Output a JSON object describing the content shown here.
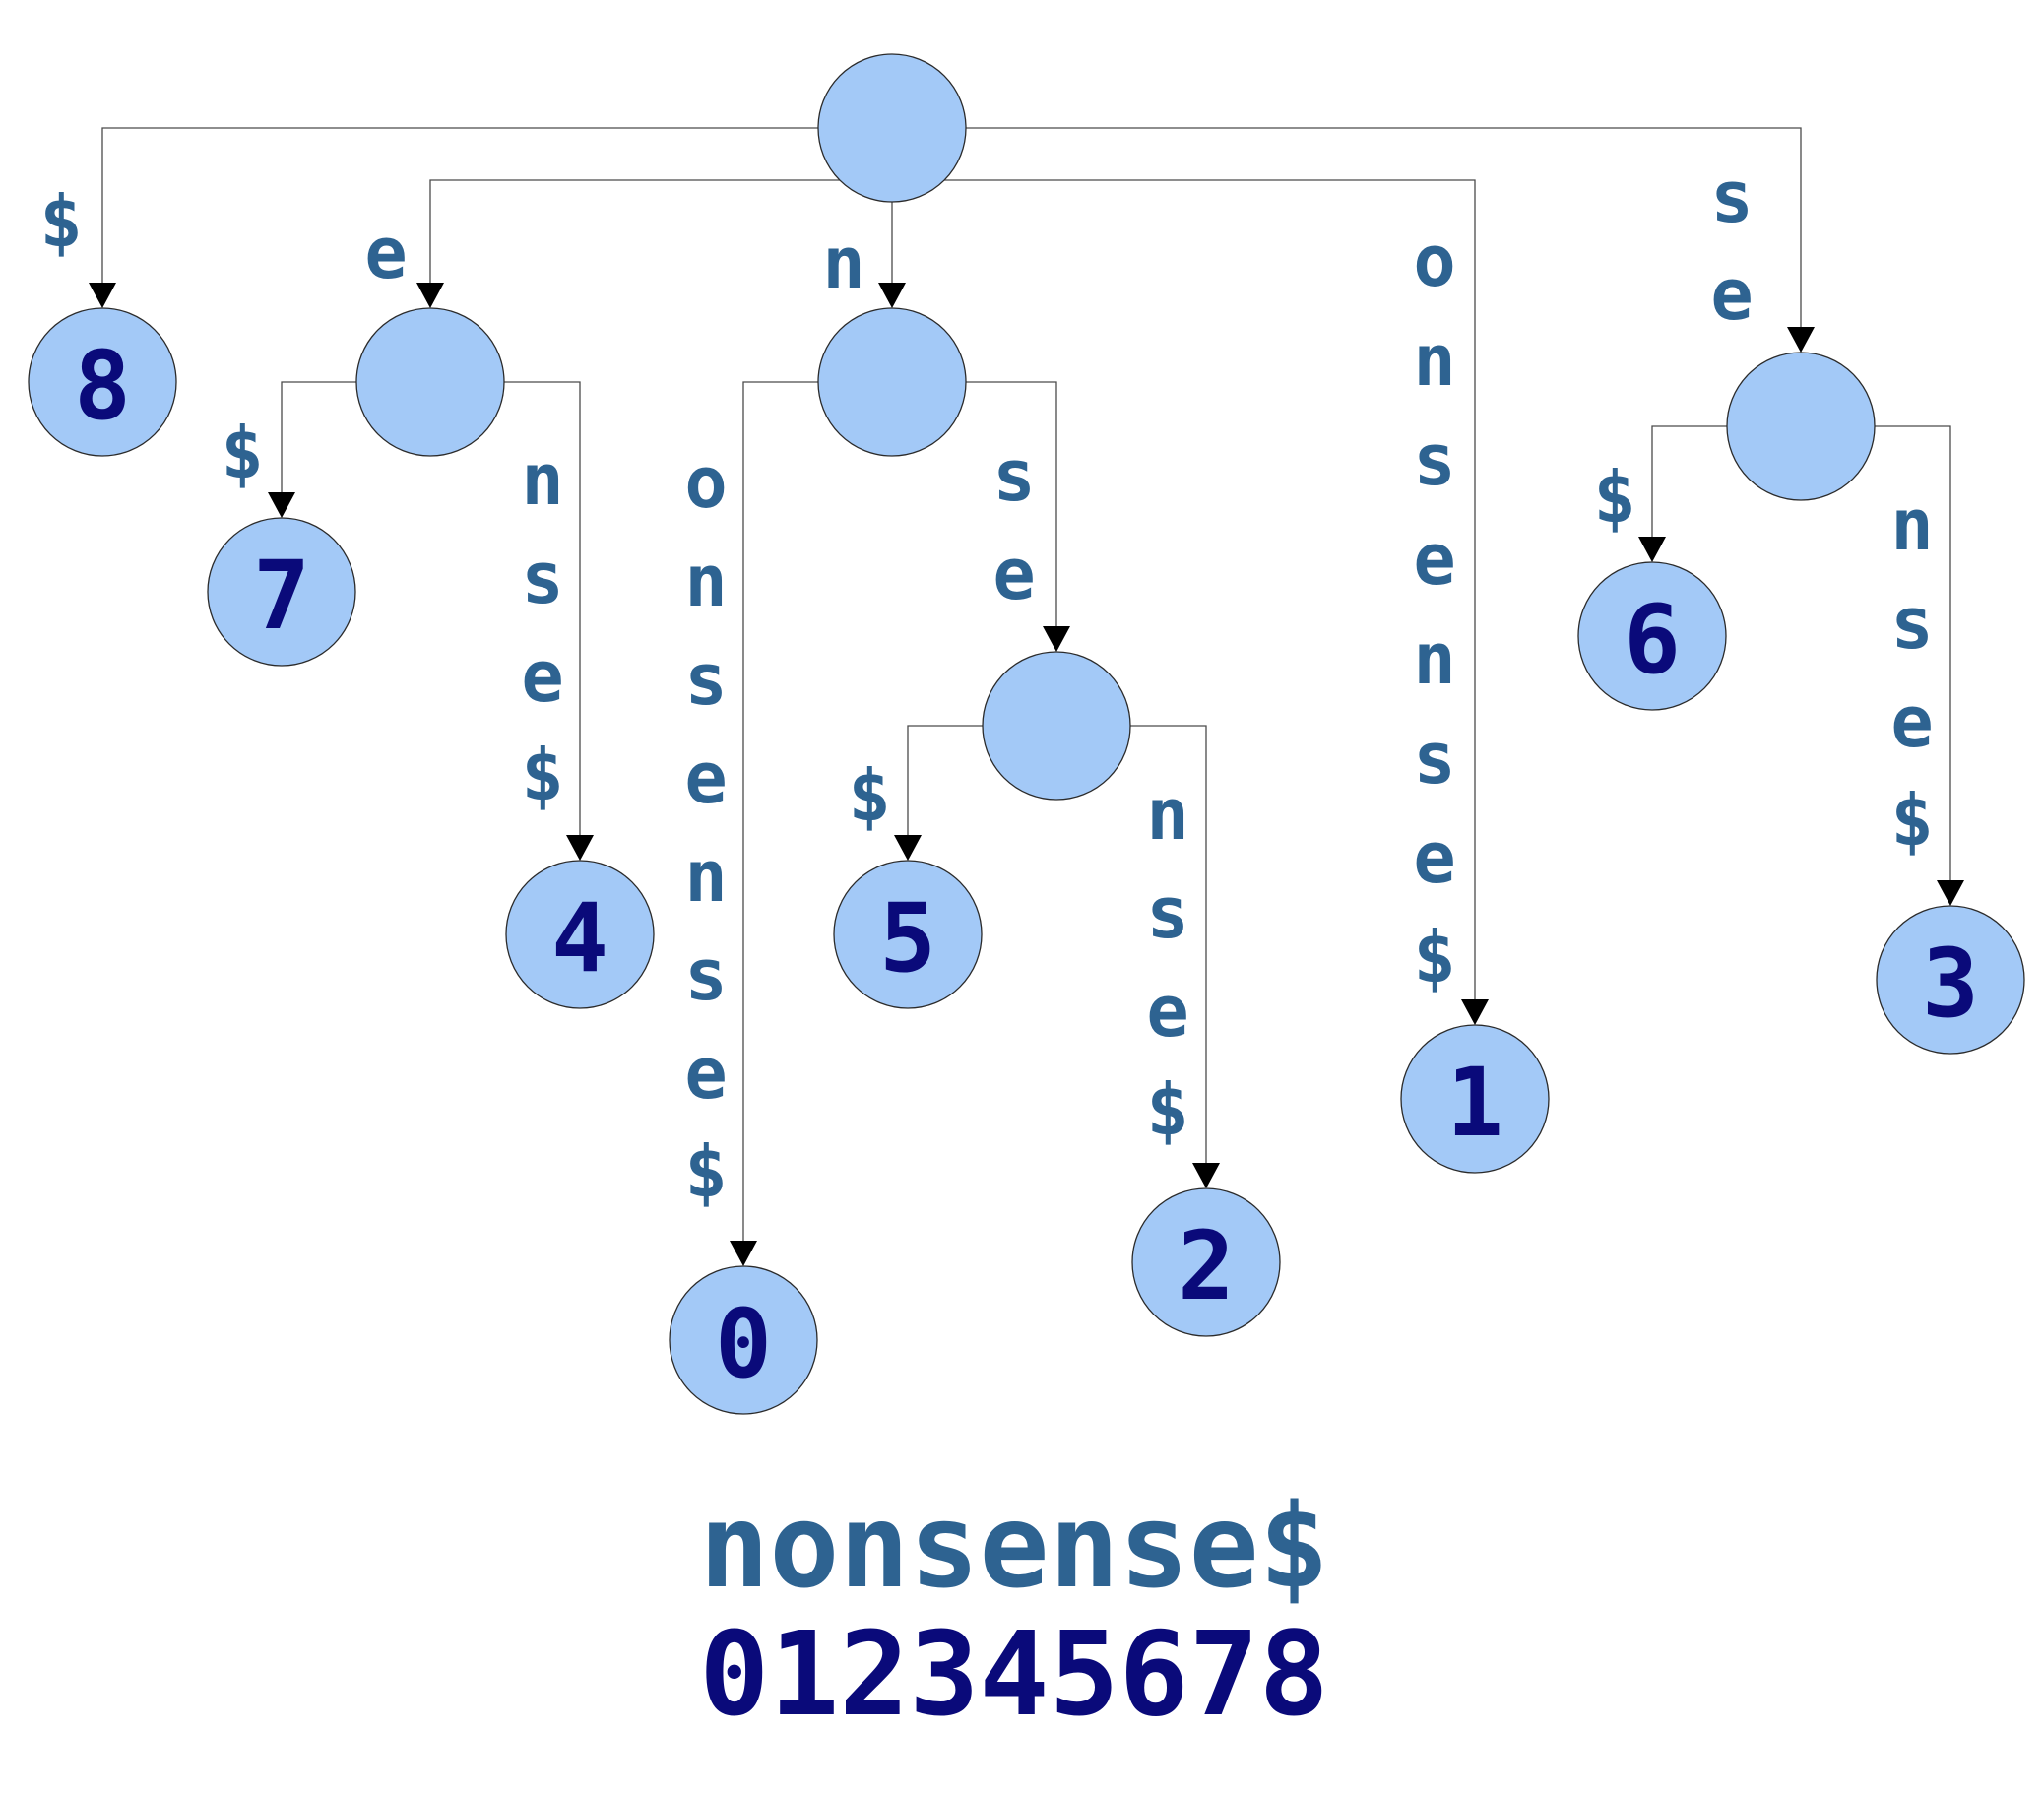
{
  "nodes": [
    {
      "id": "root",
      "label": ""
    },
    {
      "id": "e",
      "label": ""
    },
    {
      "id": "n",
      "label": ""
    },
    {
      "id": "nse",
      "label": ""
    },
    {
      "id": "se",
      "label": ""
    },
    {
      "id": "leaf8",
      "label": "8"
    },
    {
      "id": "leaf7",
      "label": "7"
    },
    {
      "id": "leaf4",
      "label": "4"
    },
    {
      "id": "leaf0",
      "label": "0"
    },
    {
      "id": "leaf5",
      "label": "5"
    },
    {
      "id": "leaf2",
      "label": "2"
    },
    {
      "id": "leaf1",
      "label": "1"
    },
    {
      "id": "leaf6",
      "label": "6"
    },
    {
      "id": "leaf3",
      "label": "3"
    }
  ],
  "edges": [
    {
      "from": "root",
      "to": "leaf8",
      "label": "$"
    },
    {
      "from": "root",
      "to": "e",
      "label": "e"
    },
    {
      "from": "root",
      "to": "n",
      "label": "n"
    },
    {
      "from": "root",
      "to": "leaf1",
      "label": "onsense$"
    },
    {
      "from": "root",
      "to": "se",
      "label": "se"
    },
    {
      "from": "e",
      "to": "leaf7",
      "label": "$"
    },
    {
      "from": "e",
      "to": "leaf4",
      "label": "nse$"
    },
    {
      "from": "n",
      "to": "leaf0",
      "label": "onsense$"
    },
    {
      "from": "n",
      "to": "nse",
      "label": "se"
    },
    {
      "from": "nse",
      "to": "leaf5",
      "label": "$"
    },
    {
      "from": "nse",
      "to": "leaf2",
      "label": "nse$"
    },
    {
      "from": "se",
      "to": "leaf6",
      "label": "$"
    },
    {
      "from": "se",
      "to": "leaf3",
      "label": "nse$"
    }
  ],
  "caption": {
    "word": "nonsense$",
    "indices": "012345678"
  }
}
